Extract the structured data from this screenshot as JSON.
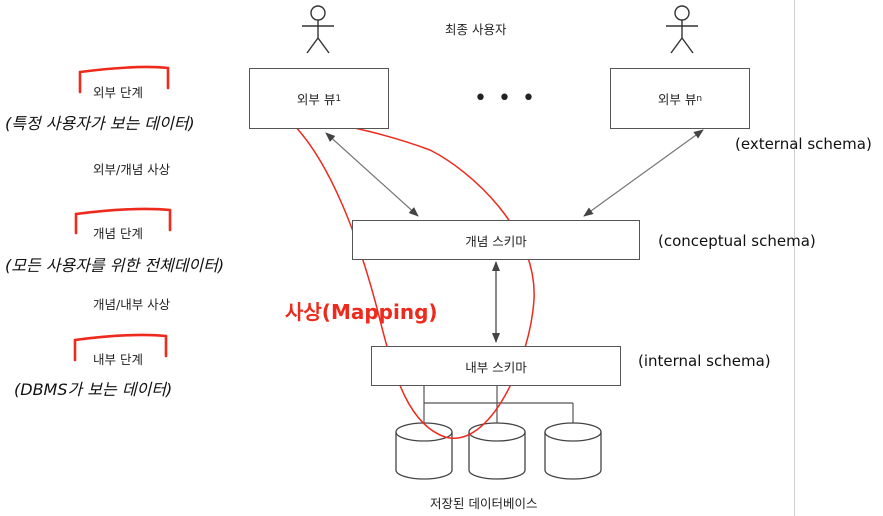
{
  "end_users_label": "최종 사용자",
  "external_views": {
    "view1": {
      "text": "외부 뷰",
      "sub": "1"
    },
    "ellipsis": "• • •",
    "viewn": {
      "text": "외부 뷰",
      "sub": "n"
    }
  },
  "conceptual_schema_box": "개념 스키마",
  "internal_schema_box": "내부 스키마",
  "stored_db_label": "저장된 데이터베이스",
  "left_side": {
    "external_level": "외부 단계",
    "external_note": "(특정 사용자가 보는 데이터)",
    "ext_concept_mapping": "외부/개념 사상",
    "conceptual_level": "개념 단계",
    "conceptual_note": "(모든 사용자를 위한 전체데이터)",
    "concept_internal_mapping": "개념/내부 사상",
    "internal_level": "내부 단계",
    "internal_note": "(DBMS가 보는 데이터)"
  },
  "right_side": {
    "external_schema": "(external schema)",
    "conceptual_schema": "(conceptual schema)",
    "internal_schema": "(internal schema)"
  },
  "mapping_annotation": "사상(Mapping)",
  "colors": {
    "annotation_red": "#ee2a1c",
    "box_border": "#555555",
    "arrow": "#777777"
  },
  "icons": [
    "user-stick-figure-icon",
    "user-stick-figure-icon",
    "database-cylinder-icon",
    "database-cylinder-icon",
    "database-cylinder-icon"
  ]
}
